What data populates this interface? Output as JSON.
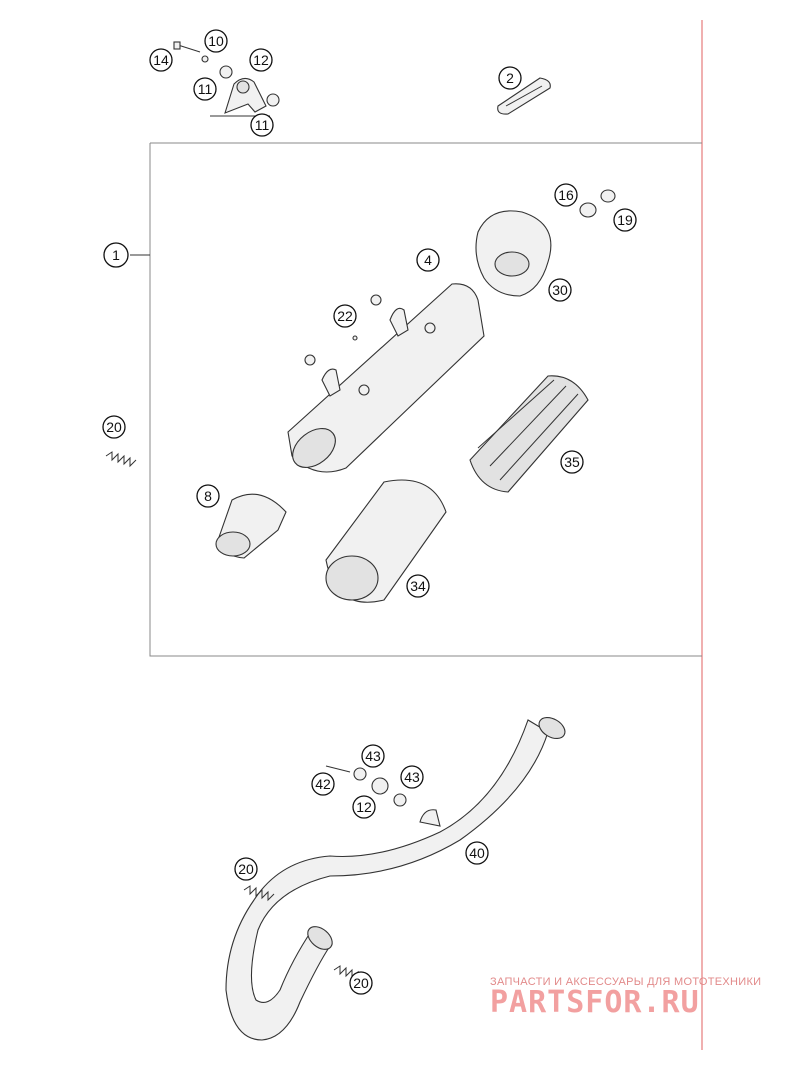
{
  "diagram": {
    "callouts": {
      "c1": "1",
      "c2": "2",
      "c4": "4",
      "c8": "8",
      "c10": "10",
      "c11a": "11",
      "c11b": "11",
      "c12a": "12",
      "c12b": "12",
      "c14": "14",
      "c16": "16",
      "c19": "19",
      "c20a": "20",
      "c20b": "20",
      "c20c": "20",
      "c22": "22",
      "c30": "30",
      "c34": "34",
      "c35": "35",
      "c40": "40",
      "c42": "42",
      "c43a": "43",
      "c43b": "43"
    }
  },
  "watermark": {
    "tagline": "ЗАПЧАСТИ И АКСЕССУАРЫ ДЛЯ МОТОТЕХНИКИ",
    "brand": "PARTSFOR.RU",
    "color": "#e57373"
  }
}
